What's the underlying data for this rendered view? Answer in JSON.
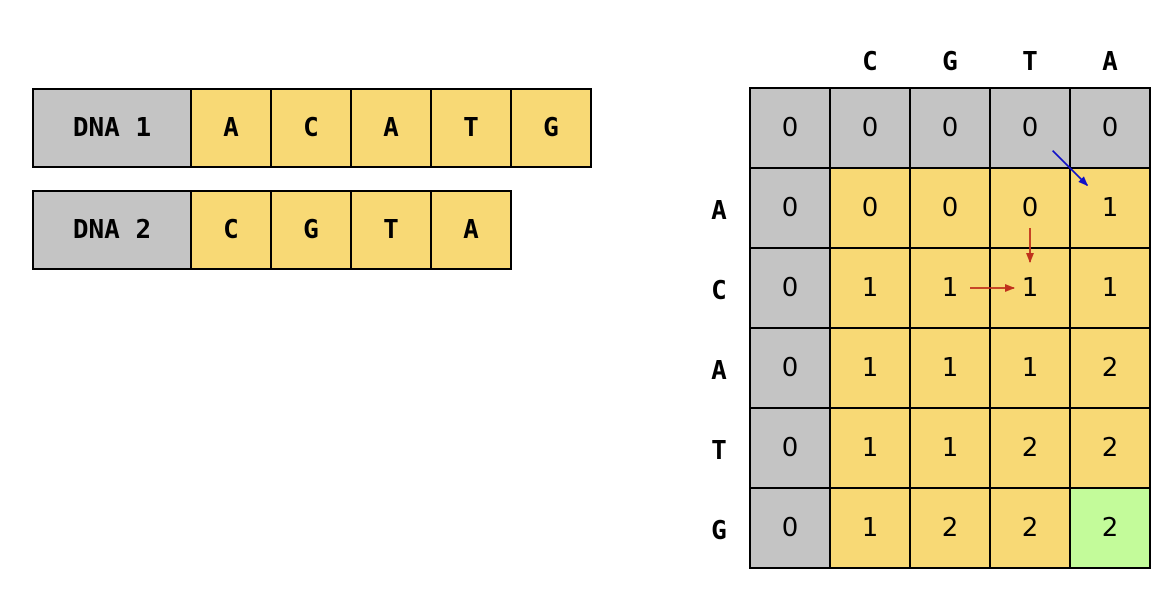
{
  "sequences": {
    "dna1": {
      "label": "DNA 1",
      "bases": [
        "A",
        "C",
        "A",
        "T",
        "G"
      ]
    },
    "dna2": {
      "label": "DNA 2",
      "bases": [
        "C",
        "G",
        "T",
        "A"
      ]
    }
  },
  "matrix": {
    "col_headers": [
      "C",
      "G",
      "T",
      "A"
    ],
    "row_headers": [
      "A",
      "C",
      "A",
      "T",
      "G"
    ],
    "values": [
      [
        0,
        0,
        0,
        0,
        0
      ],
      [
        0,
        0,
        0,
        0,
        1
      ],
      [
        0,
        1,
        1,
        1,
        1
      ],
      [
        0,
        1,
        1,
        1,
        2
      ],
      [
        0,
        1,
        1,
        2,
        2
      ],
      [
        0,
        1,
        2,
        2,
        2
      ]
    ],
    "final_cell": {
      "row": 5,
      "col": 4
    }
  },
  "arrows": [
    {
      "from": {
        "row": 0,
        "col": 3
      },
      "to": {
        "row": 1,
        "col": 4
      },
      "color": "#1010c8",
      "meaning": "diagonal"
    },
    {
      "from": {
        "row": 1,
        "col": 3
      },
      "to": {
        "row": 2,
        "col": 3
      },
      "color": "#c0301c",
      "meaning": "down"
    },
    {
      "from": {
        "row": 2,
        "col": 2
      },
      "to": {
        "row": 2,
        "col": 3
      },
      "color": "#c0301c",
      "meaning": "right"
    }
  ],
  "colors": {
    "boundary_cell": "#c4c4c4",
    "filled_cell": "#f8d975",
    "final_cell": "#c3fb9a"
  }
}
